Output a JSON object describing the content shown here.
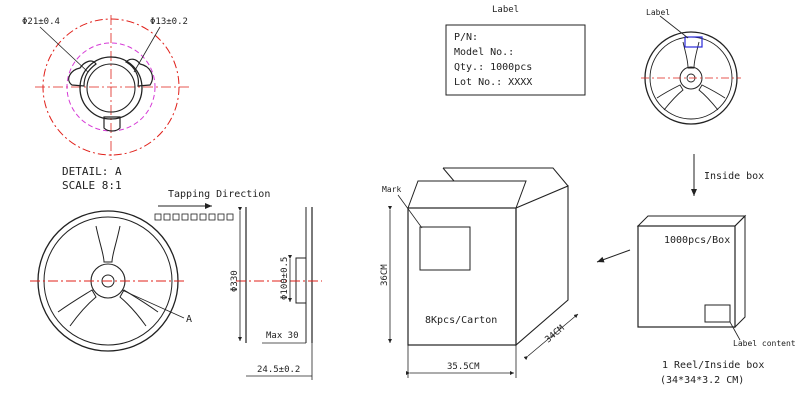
{
  "detail": {
    "dim_outer": "Φ21±0.4",
    "dim_inner": "Φ13±0.2",
    "caption_line1": "DETAIL: A",
    "caption_line2": "SCALE 8:1"
  },
  "reel_side": {
    "tapping_direction": "Tapping Direction",
    "detail_ref": "A"
  },
  "reel_profile": {
    "dim_diameter": "Φ330",
    "dim_hub": "Φ100±0.5",
    "dim_max": "Max 30",
    "dim_width": "24.5±0.2"
  },
  "label": {
    "title": "Label",
    "lines": [
      "P/N:",
      "Model No.:",
      "Qty.: 1000pcs",
      "Lot No.: XXXX"
    ]
  },
  "small_reel": {
    "label_tag": "Label"
  },
  "flow": {
    "inside_box_arrow": "Inside box"
  },
  "inside_box": {
    "content": "1000pcs/Box",
    "label_content": "Label content",
    "caption_line1": "1 Reel/Inside box",
    "caption_line2": "(34*34*3.2 CM)"
  },
  "carton": {
    "mark": "Mark",
    "content": "8Kpcs/Carton",
    "dim_height": "36CM",
    "dim_width": "35.5CM",
    "dim_depth": "34CM"
  },
  "colors": {
    "line": "#222222",
    "center": "#e0201a",
    "accent": "#d63bd6",
    "label_box": "#2a2ad8"
  }
}
